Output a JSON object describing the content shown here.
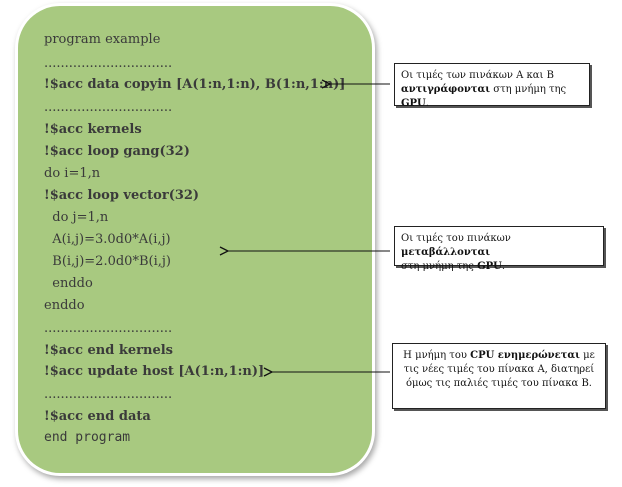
{
  "code": {
    "lines": [
      "program example",
      "...............................",
      "!$acc data copyin [A(1:n,1:n), B(1:n,1:n)]",
      "...............................",
      "!$acc kernels",
      "!$acc loop gang(32)",
      "do i=1,n",
      "!$acc loop vector(32)",
      "  do j=1,n",
      "  A(i,j)=3.0d0*A(i,j)",
      "  B(i,j)=2.0d0*B(i,j)",
      "  enddo",
      "enddo",
      "...............................",
      "!$acc end kernels",
      "!$acc update host [A(1:n,1:n)]",
      "...............................",
      "!$acc end data",
      "end program"
    ]
  },
  "notes": {
    "n1": {
      "a": "Οι τιμές των πινάκων Α και Β",
      "b_bold": "αντιγράφονται",
      "c": " στη μνήμη της ",
      "d_bold": "GPU",
      "e": "."
    },
    "n2": {
      "a": "Οι τιμές του πινάκων ",
      "b_bold": "μεταβάλλονται",
      "c": "στη μνήμη της ",
      "d_bold": "GPU",
      "e": "."
    },
    "n3": {
      "a": "Η μνήμη του ",
      "b_bold": "CPU ενημερώνεται",
      "c": " με τις νέες τιμές του πίνακα Α,  διατηρεί όμως τις παλιές τιμές του πίνακα Β."
    }
  },
  "colors": {
    "panel": "#a8c980",
    "text": "#3a3a3a"
  }
}
